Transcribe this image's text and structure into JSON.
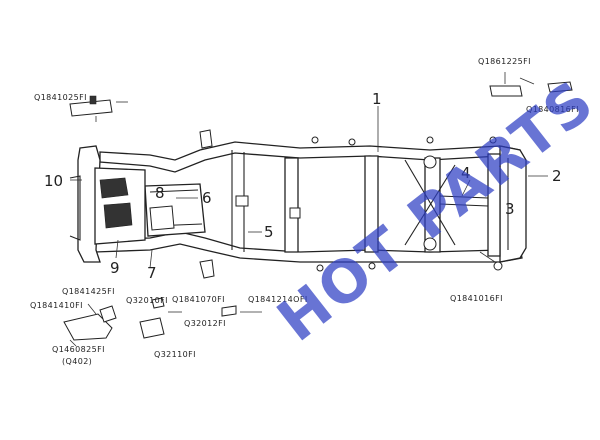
{
  "callouts": [
    {
      "id": "1",
      "text": "1"
    },
    {
      "id": "2",
      "text": "2"
    },
    {
      "id": "3",
      "text": "3"
    },
    {
      "id": "4",
      "text": "4"
    },
    {
      "id": "5",
      "text": "5"
    },
    {
      "id": "6",
      "text": "6"
    },
    {
      "id": "7",
      "text": "7"
    },
    {
      "id": "8",
      "text": "8"
    },
    {
      "id": "9",
      "text": "9"
    },
    {
      "id": "10",
      "text": "10"
    }
  ],
  "part_numbers": {
    "q1841025": "Q1841025FI",
    "q1861225": "Q1861225FI",
    "q1840816": "Q1840816FI",
    "q1841016": "Q1841016FI",
    "q1841425": "Q1841425FI",
    "q1841410": "Q1841410FI",
    "q32010": "Q32010FI",
    "q1841070": "Q1841070FI",
    "q1841214": "Q1841214OFI",
    "q32012": "Q32012FI",
    "q1460825": "Q1460825FI",
    "q402": "(Q402)",
    "q32110": "Q32110FI"
  },
  "watermark": "HOT PARTS",
  "colors": {
    "watermark": "#2e3fc4",
    "line": "#222222",
    "background": "#ffffff"
  }
}
